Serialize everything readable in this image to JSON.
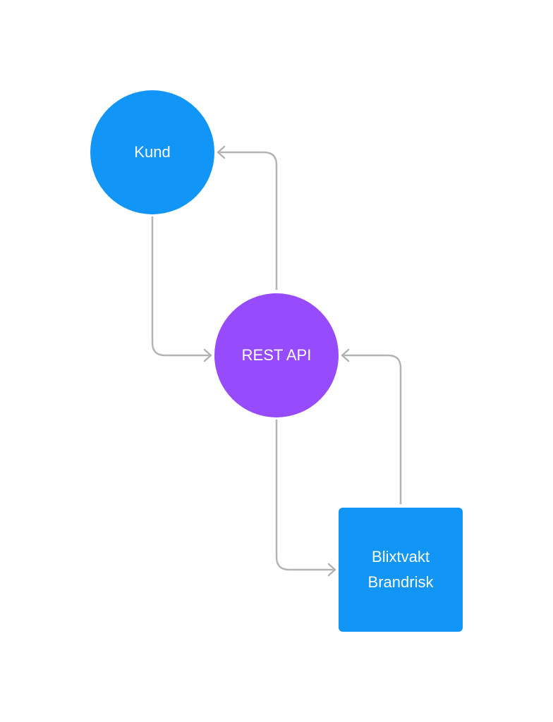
{
  "colors": {
    "kund": "#1196f7",
    "api": "#964bfc",
    "blixtvakt": "#1196f7",
    "edge": "#b4b4b4"
  },
  "nodes": {
    "kund": {
      "label": "Kund"
    },
    "api": {
      "label": "REST API"
    },
    "blixtvakt": {
      "line1": "Blixtvakt",
      "line2": "Brandrisk"
    }
  }
}
